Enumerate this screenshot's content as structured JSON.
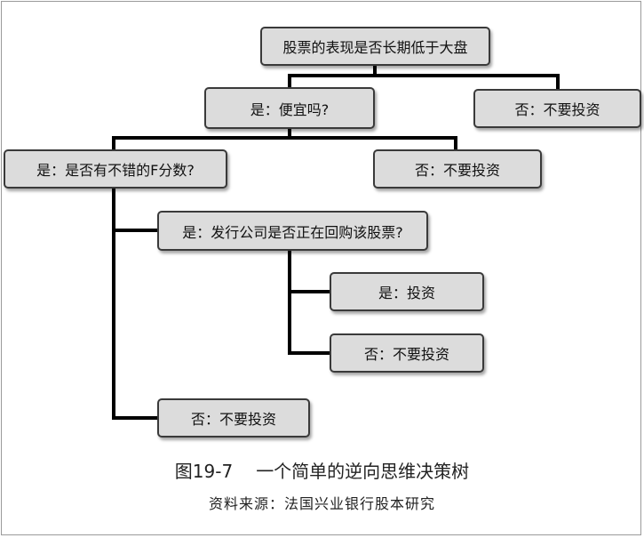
{
  "diagram": {
    "nodes": {
      "root": "股票的表现是否长期低于大盘",
      "cheap": "是：便宜吗?",
      "no1": "否：不要投资",
      "fscore": "是：是否有不错的F分数?",
      "no2": "否：不要投资",
      "buyback": "是：发行公司是否正在回购该股票?",
      "invest": "是：投资",
      "no3": "否：不要投资",
      "no4": "否：不要投资"
    }
  },
  "caption": {
    "figure_number": "图19-7",
    "title": "一个简单的逆向思维决策树",
    "source": "资料来源：法国兴业银行股本研究"
  },
  "colors": {
    "node_fill": "#dcdcdc",
    "node_border": "#3a3a3a",
    "connector": "#000000"
  }
}
